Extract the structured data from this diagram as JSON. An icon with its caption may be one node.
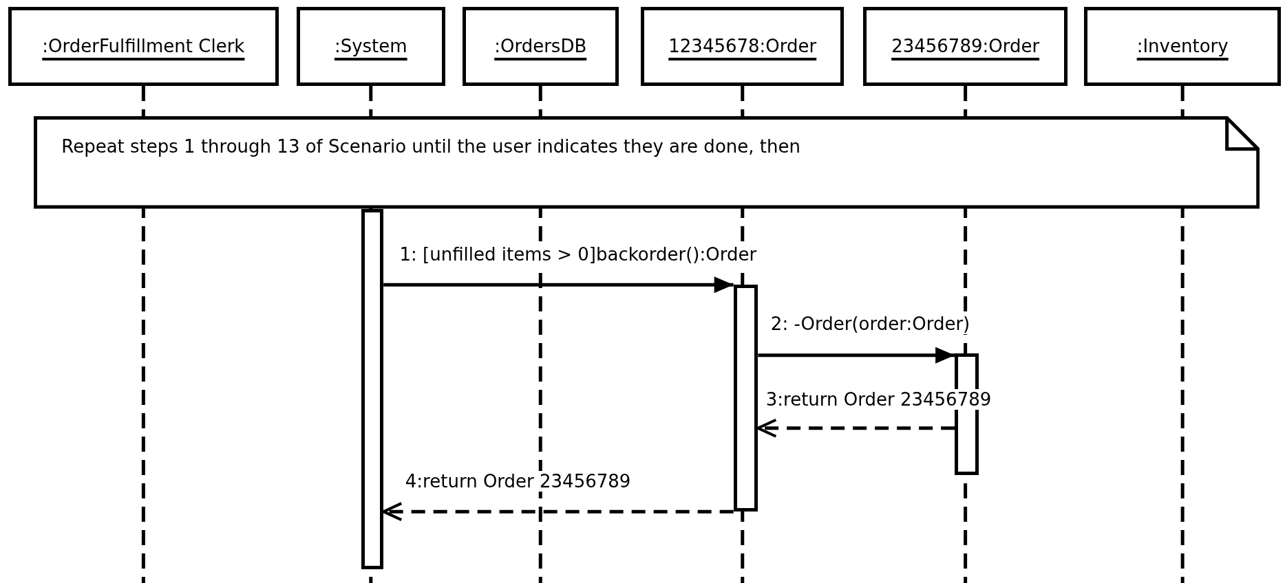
{
  "diagram": {
    "nodes": [
      {
        "text": [
          ":OrderFulfillment Clerk"
        ]
      },
      {
        "text": [
          ":System"
        ]
      },
      {
        "text": [
          ":OrdersDB"
        ]
      },
      {
        "text": [
          "12345678:Order"
        ]
      },
      {
        "text": [
          "23456789:Order"
        ]
      },
      {
        "text": [
          ":Inventory"
        ]
      },
      {
        "text": [
          "Repeat steps 1 through 13 of Scenario until the user indicates they are done, then"
        ]
      },
      {
        "text": [],
        "shape": "bar"
      },
      {
        "text": [],
        "shape": "bar"
      },
      {
        "text": [],
        "shape": "bar"
      }
    ],
    "edges": [
      {
        "from": 7,
        "to": 8,
        "arrow": "to",
        "label": "1: [unfilled items > 0]backorder():Order"
      },
      {
        "from": 8,
        "to": 9,
        "arrow": "to",
        "label": "2: -Order(order:Order)"
      },
      {
        "from": 9,
        "to": 8,
        "arrow": "to",
        "label": "3:return Order 23456789",
        "style": "dashed"
      },
      {
        "from": 8,
        "to": 7,
        "arrow": "to",
        "label": "4:return Order 23456789",
        "style": "dashed"
      }
    ]
  }
}
